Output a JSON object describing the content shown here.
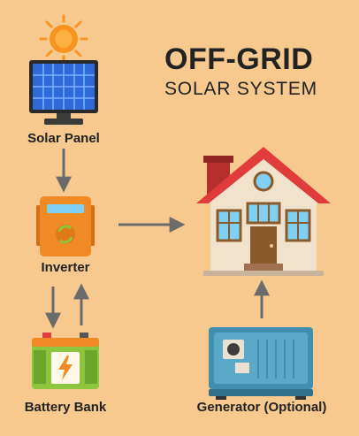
{
  "title": "OFF-GRID",
  "subtitle": "SOLAR SYSTEM",
  "nodes": {
    "solar_panel": "Solar Panel",
    "inverter": "Inverter",
    "battery_bank": "Battery Bank",
    "generator": "Generator (Optional)"
  },
  "colors": {
    "background": "#f7c98f",
    "panel_blue": "#2f6bd8",
    "sun": "#f7931e",
    "inverter_orange": "#f08a24",
    "battery_green": "#8cc63f",
    "roof_red": "#e03c3c",
    "house_wall": "#f1e2cc",
    "generator_teal": "#5aa9c9",
    "arrow": "#6b6b6b"
  },
  "icons": [
    "sun-icon",
    "solar-panel-icon",
    "inverter-icon",
    "battery-icon",
    "house-icon",
    "generator-icon"
  ]
}
